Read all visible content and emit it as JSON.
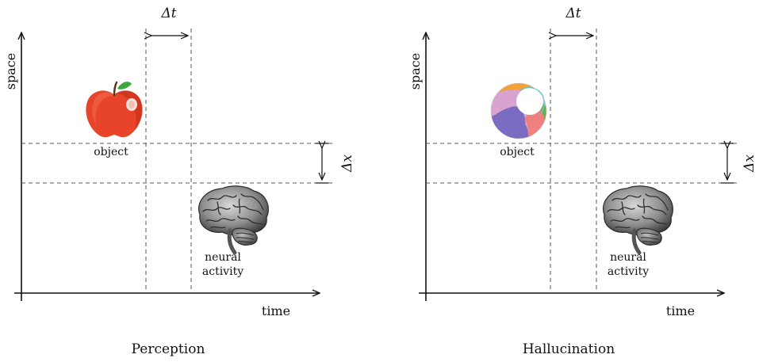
{
  "panels": [
    {
      "caption": "Perception",
      "y_axis_label": "space",
      "x_axis_label": "time",
      "delta_t_label": "Δt",
      "delta_x_label": "Δx",
      "object_label": "object",
      "object_icon": "apple-icon",
      "neural_label_line1": "neural",
      "neural_label_line2": "activity",
      "brain_icon": "brain-icon"
    },
    {
      "caption": "Hallucination",
      "y_axis_label": "space",
      "x_axis_label": "time",
      "delta_t_label": "Δt",
      "delta_x_label": "Δx",
      "object_label": "object",
      "object_icon": "beach-ball-icon",
      "neural_label_line1": "neural",
      "neural_label_line2": "activity",
      "brain_icon": "brain-icon"
    }
  ],
  "colors": {
    "apple_red": "#e8442a",
    "apple_leaf": "#3aa83a",
    "ball_orange": "#f2a23a",
    "ball_purple": "#7a6cc0",
    "ball_pink": "#d9a3cf",
    "ball_salmon": "#ef8080",
    "ball_green": "#6ab04c",
    "ball_cyan": "#5ac8e0",
    "brain_gray": "#8c8c8c"
  }
}
